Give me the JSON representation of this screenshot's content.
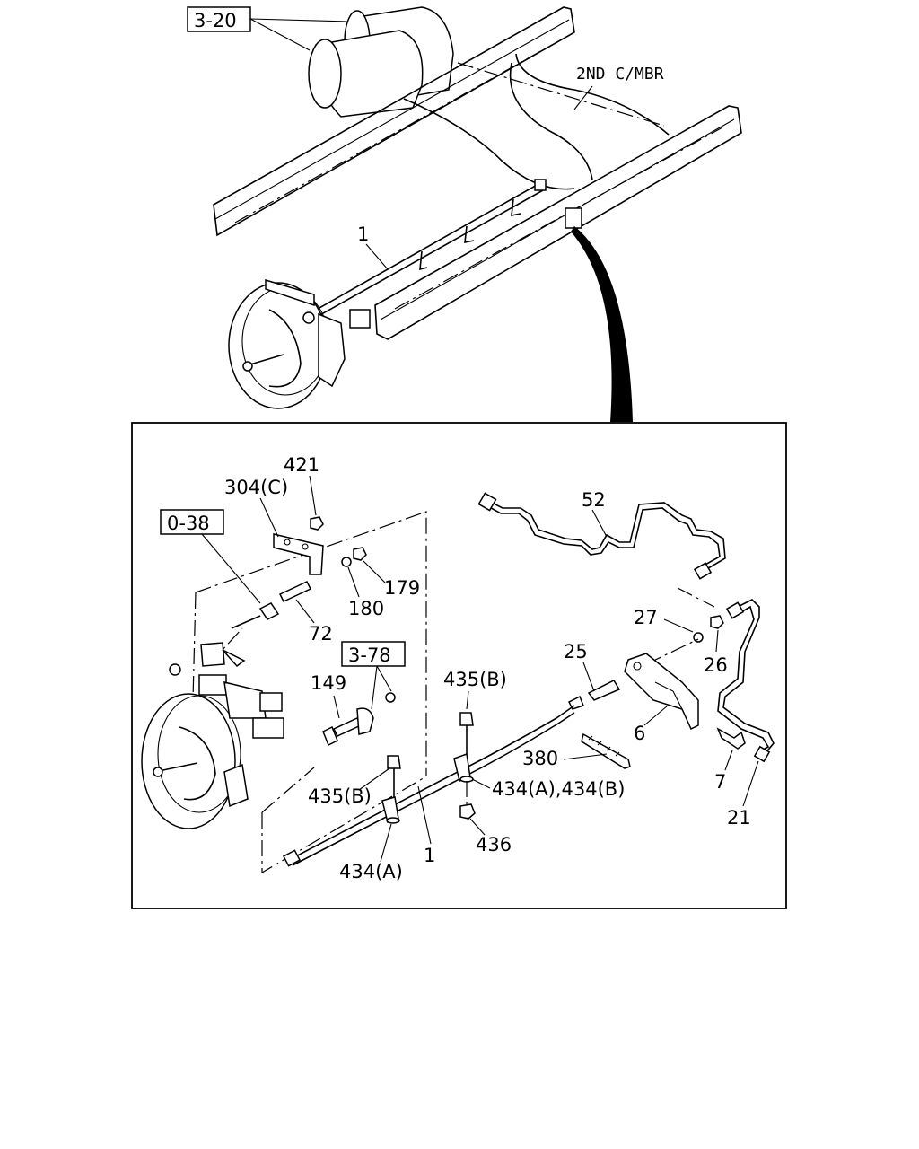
{
  "ref_boxes": {
    "tank": "3-20",
    "bracket_top": "0-38",
    "bracket_mid": "3-78"
  },
  "frame_label": "2ND C/MBR",
  "callouts": {
    "p1_upper": "1",
    "p421": "421",
    "p304c": "304(C)",
    "p179": "179",
    "p180": "180",
    "p72": "72",
    "p149": "149",
    "p52": "52",
    "p27": "27",
    "p26": "26",
    "p25": "25",
    "p6": "6",
    "p7": "7",
    "p21": "21",
    "p380": "380",
    "p435b_top": "435(B)",
    "p435b_left": "435(B)",
    "p434ab": "434(A),434(B)",
    "p436": "436",
    "p434a": "434(A)",
    "p1_lower": "1"
  }
}
